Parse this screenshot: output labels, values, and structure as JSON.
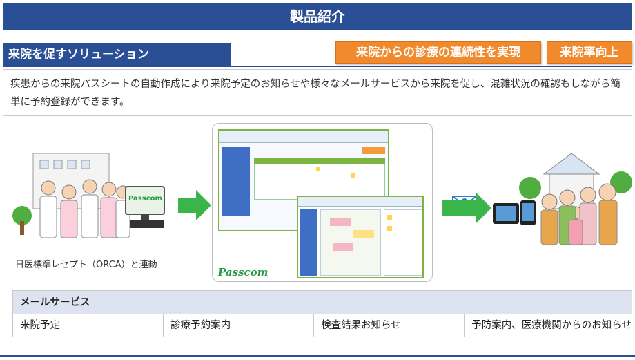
{
  "header": {
    "title": "製品紹介"
  },
  "section": {
    "title": "来院を促すソリューション",
    "badges": [
      "来院からの診療の連続性を実現",
      "来院率向上"
    ]
  },
  "description": "疾患からの来院パスシートの自動作成により来院予定のお知らせや様々なメールサービスから来院を促し、混雑状況の確認もしながら簡単に予約登録ができます。",
  "illustration": {
    "clinic_caption": "日医標準レセプト（ORCA）と連動",
    "monitor_brand": "Passcom",
    "product_logo": "Passcom",
    "icons": [
      "hospital-staff-illustration",
      "computer-monitor-icon",
      "green-arrow-icon",
      "mail-icon",
      "tablet-icon",
      "smartphone-icon",
      "family-house-illustration"
    ]
  },
  "mail_service": {
    "heading": "メールサービス",
    "items": [
      "来院予定",
      "診療予約案内",
      "検査結果お知らせ",
      "予防案内、医療機関からのお知らせ"
    ]
  },
  "colors": {
    "navy": "#2b4f95",
    "orange": "#f08a2c",
    "green": "#3ab54a"
  }
}
